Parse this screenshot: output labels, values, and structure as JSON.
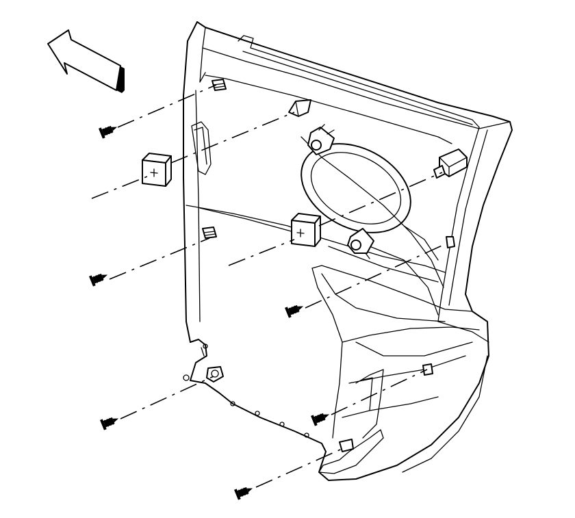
{
  "diagram": {
    "subject": "door-trim-panel",
    "parts": {
      "fasteners": 6,
      "retainer-clips": 2,
      "panel-clips": 5
    },
    "direction-arrow": "front-indicator-arrow"
  }
}
